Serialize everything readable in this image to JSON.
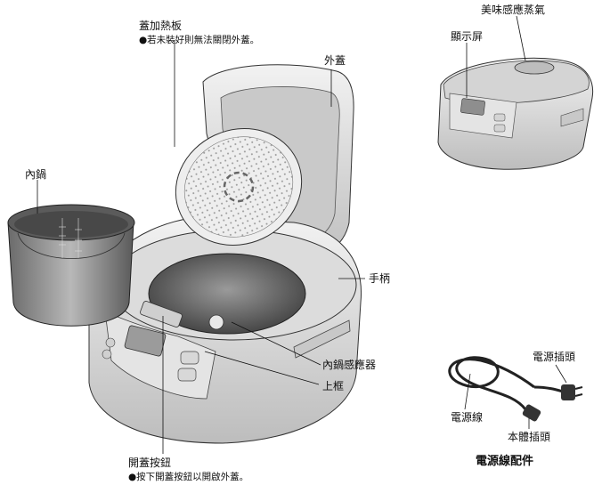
{
  "labels": {
    "inner_lid": "蓋加熱板",
    "inner_lid_note": "●若未裝好則無法關閉外蓋。",
    "outer_lid": "外蓋",
    "inner_pot": "內鍋",
    "handle": "手柄",
    "pot_sensor": "內鍋感應器",
    "upper_frame": "上框",
    "lid_button": "開蓋按鈕",
    "lid_button_note": "●按下開蓋按鈕以開啟外蓋。",
    "steam_cap": "美味感應蒸氣",
    "display": "顯示屏",
    "power_plug": "電源插頭",
    "power_cord": "電源線",
    "appliance_plug": "本體插頭",
    "cord_accessory": "電源線配件"
  }
}
